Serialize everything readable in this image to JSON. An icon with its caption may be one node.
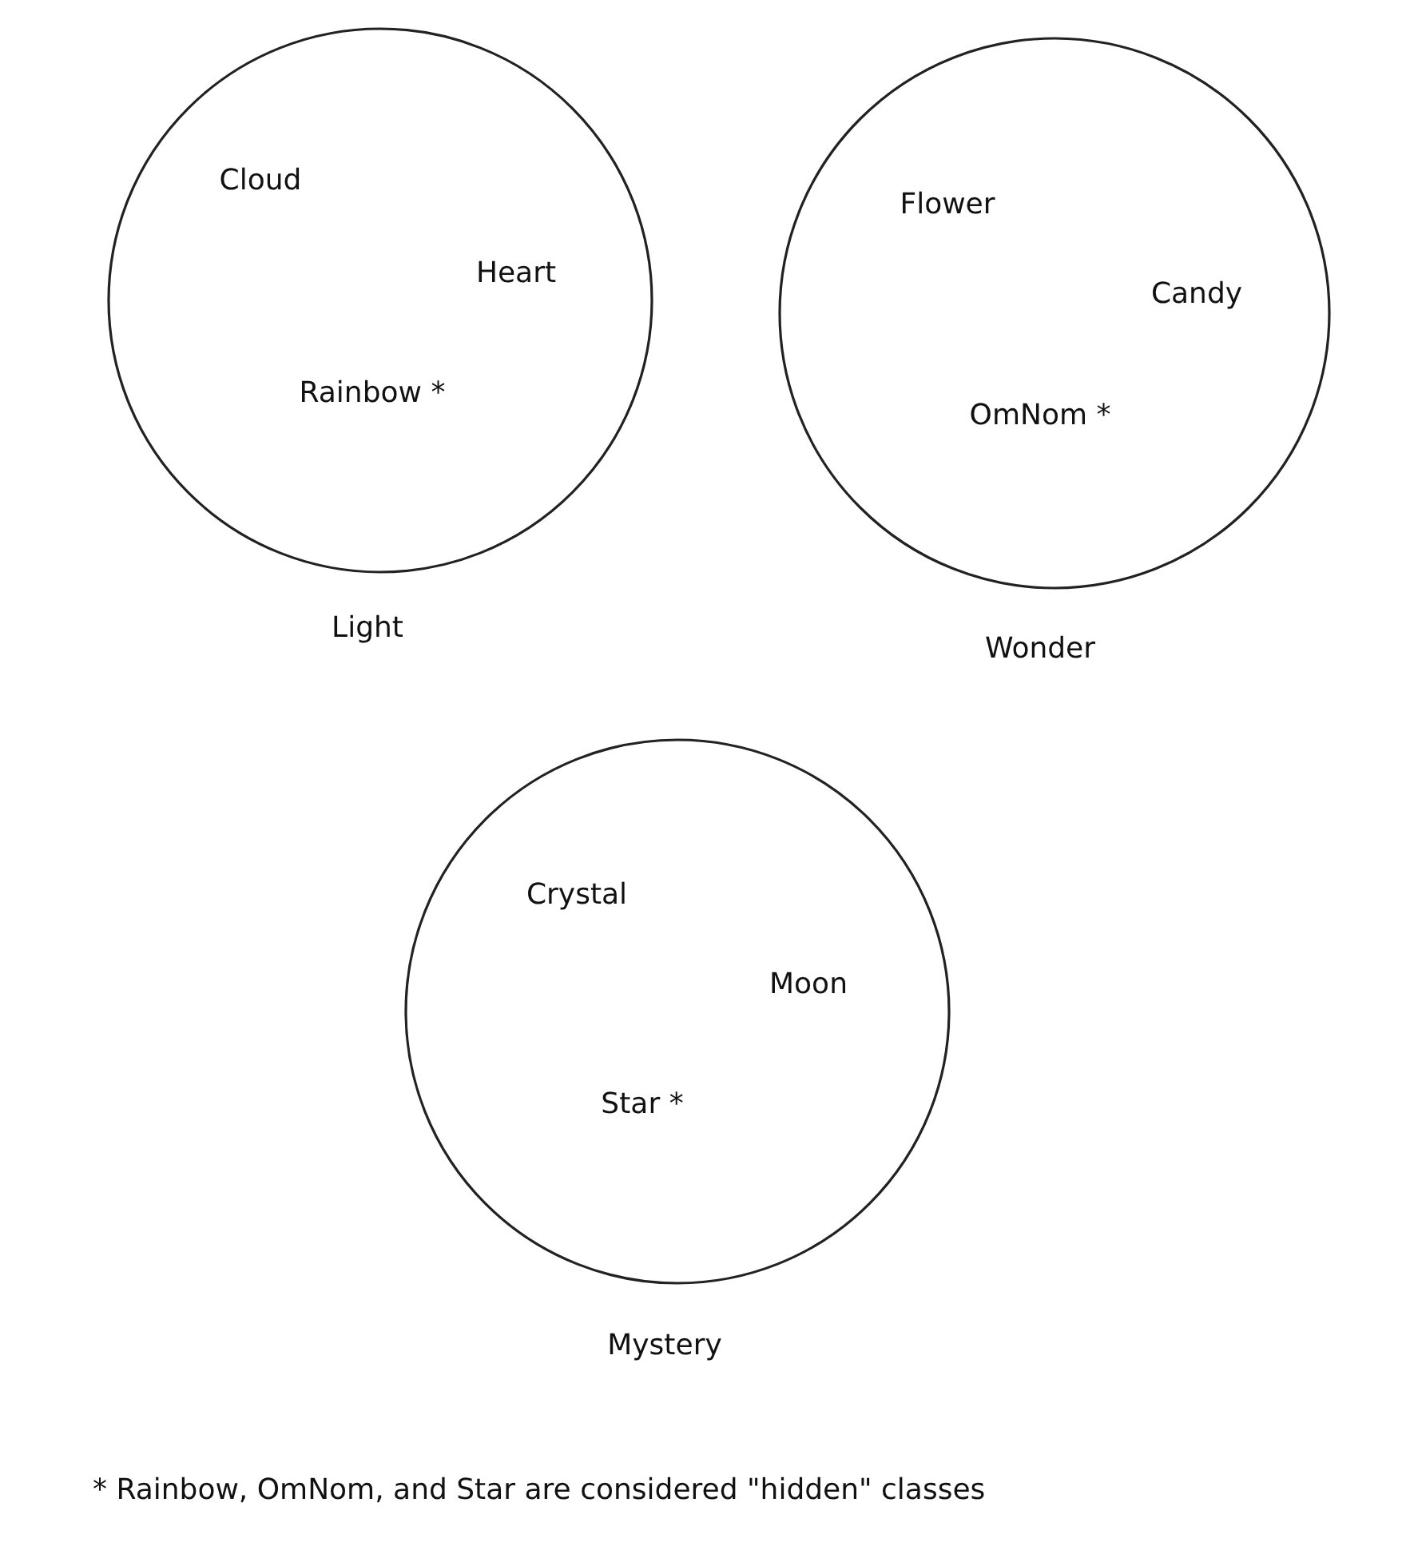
{
  "diagram": {
    "nodes": [
      {
        "text": [
          "Cloud",
          "Heart",
          "Rainbow *",
          "Light"
        ]
      },
      {
        "text": [
          "Flower",
          "Candy",
          "OmNom *",
          "Wonder"
        ]
      },
      {
        "text": [
          "Crystal",
          "Moon",
          "Star *",
          "Mystery"
        ]
      }
    ],
    "labels": [
      "* Rainbow, OmNom, and Star are considered \"hidden\" classes"
    ]
  }
}
